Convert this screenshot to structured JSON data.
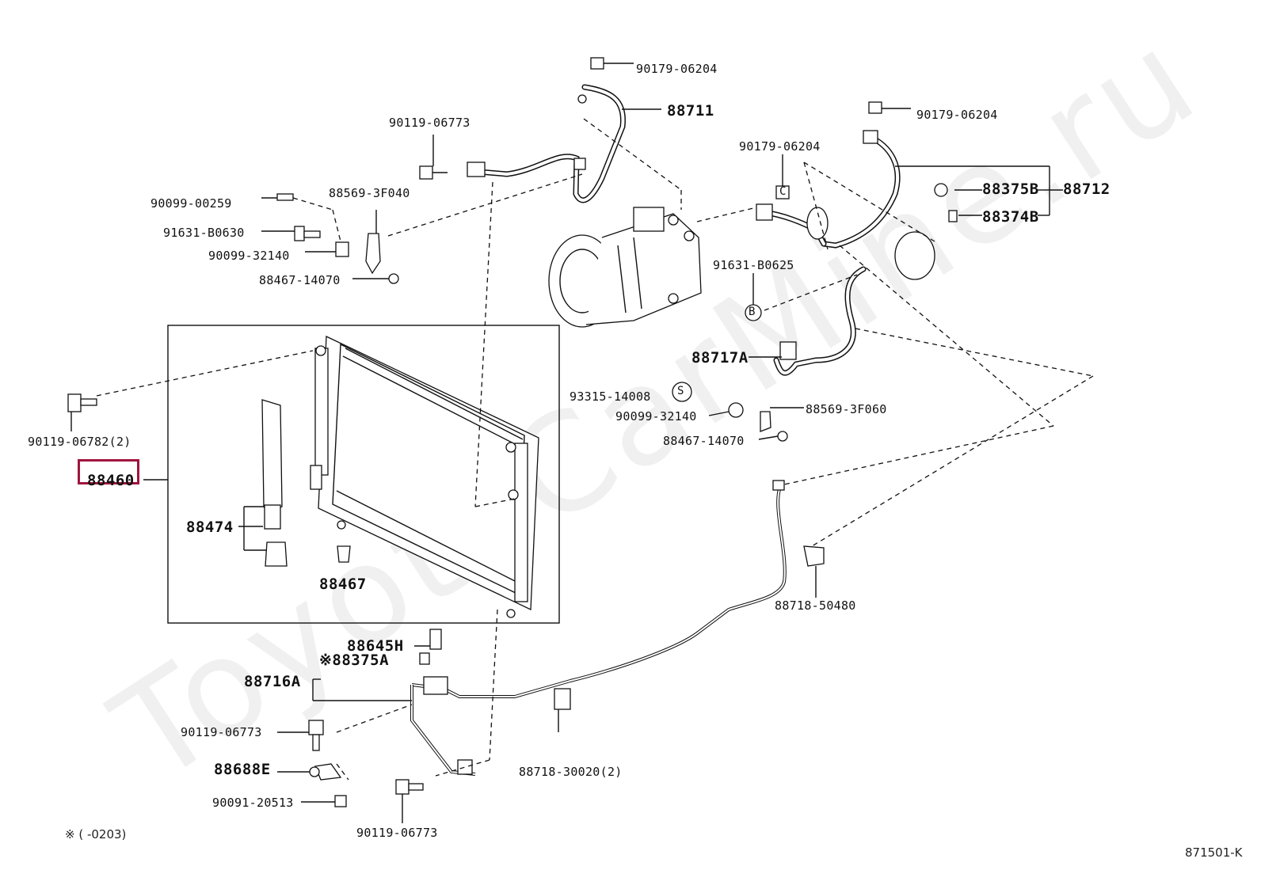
{
  "watermark": "ToyotaCarMine.ru",
  "labels": {
    "p90179_top": "90179-06204",
    "p88711": "88711",
    "p90119_top": "90119-06773",
    "p90179_right": "90179-06204",
    "p90179_mid": "90179-06204",
    "p90099_00259": "90099-00259",
    "p88569_3F040": "88569-3F040",
    "p88375B": "88375B",
    "p88712": "88712",
    "p88374B": "88374B",
    "p91631_left": "91631-B0630",
    "p90099_32140_left": "90099-32140",
    "p91631_right": "91631-B0625",
    "p88467_14070_left": "88467-14070",
    "p88717A": "88717A",
    "p93315": "93315-14008",
    "p90099_32140_right": "90099-32140",
    "p88569_3F060": "88569-3F060",
    "p88467_14070_right": "88467-14070",
    "p90119_06782": "90119-06782(2)",
    "p88460": "88460",
    "p88474": "88474",
    "p88467": "88467",
    "p88718_50480": "88718-50480",
    "p88645H": "88645H",
    "p88375A": "※88375A",
    "p88716A": "88716A",
    "p90119_bl": "90119-06773",
    "p88688E": "88688E",
    "p90091": "90091-20513",
    "p90119_bottom": "90119-06773",
    "p88718_30020": "88718-30020(2)",
    "marker_S": "S",
    "marker_B": "B",
    "marker_C": "C"
  },
  "footnote": "※ (      -0203)",
  "diagram_code": "871501-K",
  "colors": {
    "highlight": "#a0153e",
    "ink": "#111111"
  }
}
